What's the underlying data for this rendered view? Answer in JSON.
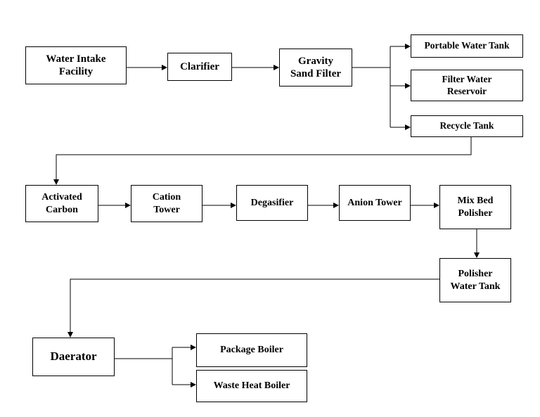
{
  "diagram": {
    "nodes": {
      "water_intake": "Water Intake\nFacility",
      "clarifier": "Clarifier",
      "gravity_sand_filter": "Gravity\nSand Filter",
      "portable_water_tank": "Portable Water Tank",
      "filter_water_reservoir": "Filter Water\nReservoir",
      "recycle_tank": "Recycle Tank",
      "activated_carbon": "Activated\nCarbon",
      "cation_tower": "Cation\nTower",
      "degasifier": "Degasifier",
      "anion_tower": "Anion Tower",
      "mix_bed_polisher": "Mix Bed\nPolisher",
      "polisher_water_tank": "Polisher\nWater Tank",
      "daerator": "Daerator",
      "package_boiler": "Package Boiler",
      "waste_heat_boiler": "Waste Heat Boiler"
    },
    "line_color": "#000000"
  }
}
